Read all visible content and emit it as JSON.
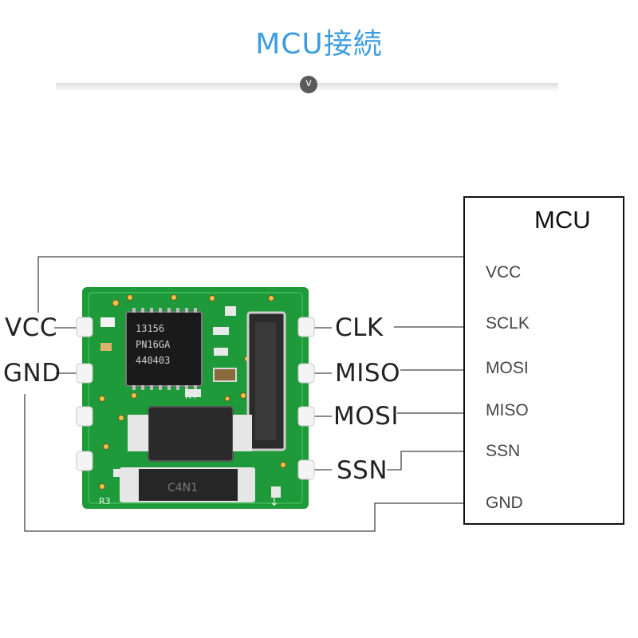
{
  "header": {
    "title": "MCU接続",
    "divider_icon": "chevron-down-icon",
    "divider_symbol": "v"
  },
  "module": {
    "chip_text": [
      "13156",
      "PN16GA",
      "440403"
    ],
    "left_pins": [
      "VCC",
      "GND"
    ],
    "right_pins": [
      "CLK",
      "MISO",
      "MOSI",
      "SSN"
    ],
    "board_color": "#1f9a3a"
  },
  "mcu": {
    "title": "MCU",
    "pins": [
      "VCC",
      "SCLK",
      "MOSI",
      "MISO",
      "SSN",
      "GND"
    ]
  }
}
